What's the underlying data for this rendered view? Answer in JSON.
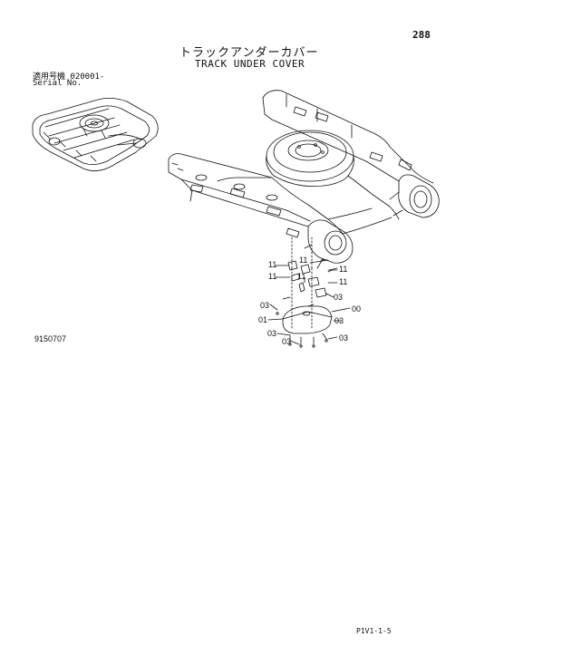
{
  "header": {
    "page_number": "288",
    "title_jp": "トラックアンダーカバー",
    "title_en": "TRACK UNDER COVER"
  },
  "serial": {
    "jp_label": "適用号機  020001-",
    "en_label": "Serial No."
  },
  "figure": {
    "number": "9150707",
    "callouts": [
      "11",
      "11",
      "11",
      "11",
      "11",
      "11",
      "03",
      "03",
      "00",
      "01",
      "03",
      "03",
      "03",
      "03"
    ]
  },
  "footer": {
    "code": "P1V1-1-5"
  },
  "colors": {
    "ink": "#111111",
    "paper": "#ffffff"
  }
}
